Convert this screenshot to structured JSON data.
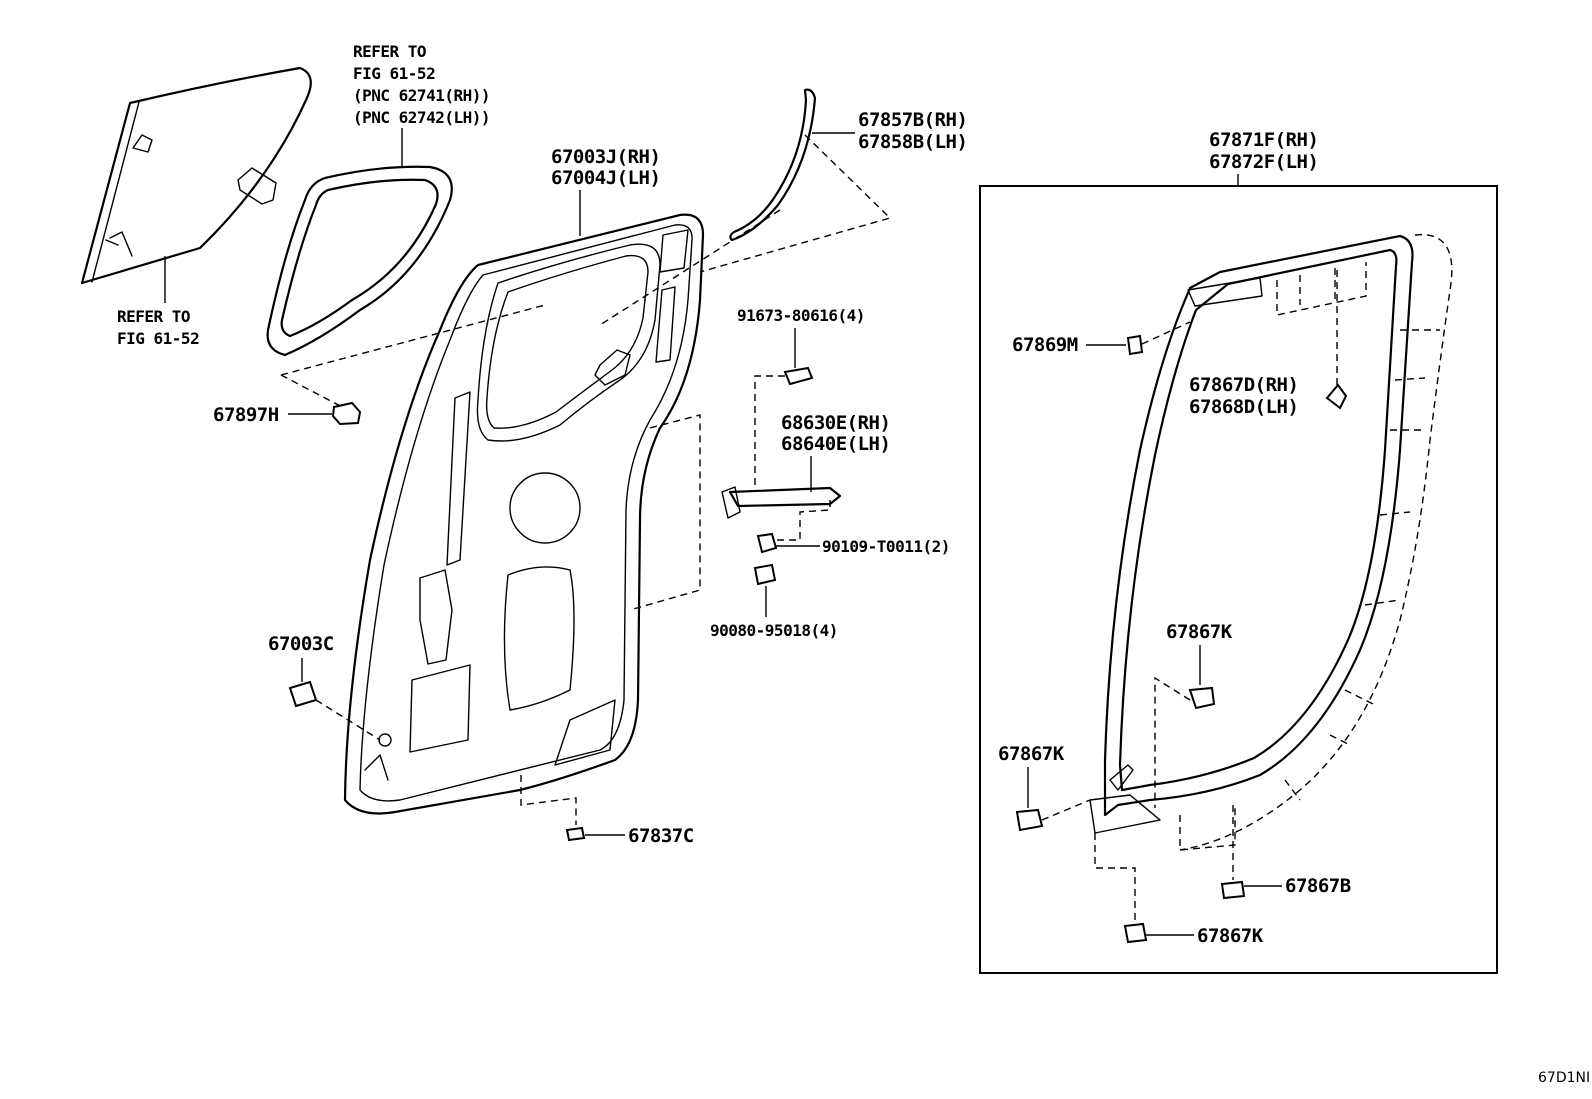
{
  "callouts": {
    "glass_refer_top": [
      "REFER TO",
      "FIG 61-52",
      "(PNC 62741(RH))",
      "(PNC 62742(LH))"
    ],
    "glass_refer_bottom": [
      "REFER TO",
      "FIG 61-52"
    ],
    "door_panel": [
      "67003J(RH)",
      "67004J(LH)"
    ],
    "upper_weatherstrip": [
      "67857B(RH)",
      "67858B(LH)"
    ],
    "cushion": "67897H",
    "bolt_top": "91673-80616(4)",
    "check_link": [
      "68630E(RH)",
      "68640E(LH)"
    ],
    "check_bolt": "90109-T0011(2)",
    "hinge_bolt": "90080-95018(4)",
    "plug": "67003C",
    "door_clip": "67837C",
    "weatherstrip_assy": [
      "67871F(RH)",
      "67872F(LH)"
    ],
    "clip_m": "67869M",
    "clip_d": [
      "67867D(RH)",
      "67868D(LH)"
    ],
    "clip_k_mid": "67867K",
    "clip_k_left": "67867K",
    "clip_b": "67867B",
    "clip_k_bottom": "67867K"
  },
  "diagram_code": "67D1NI"
}
